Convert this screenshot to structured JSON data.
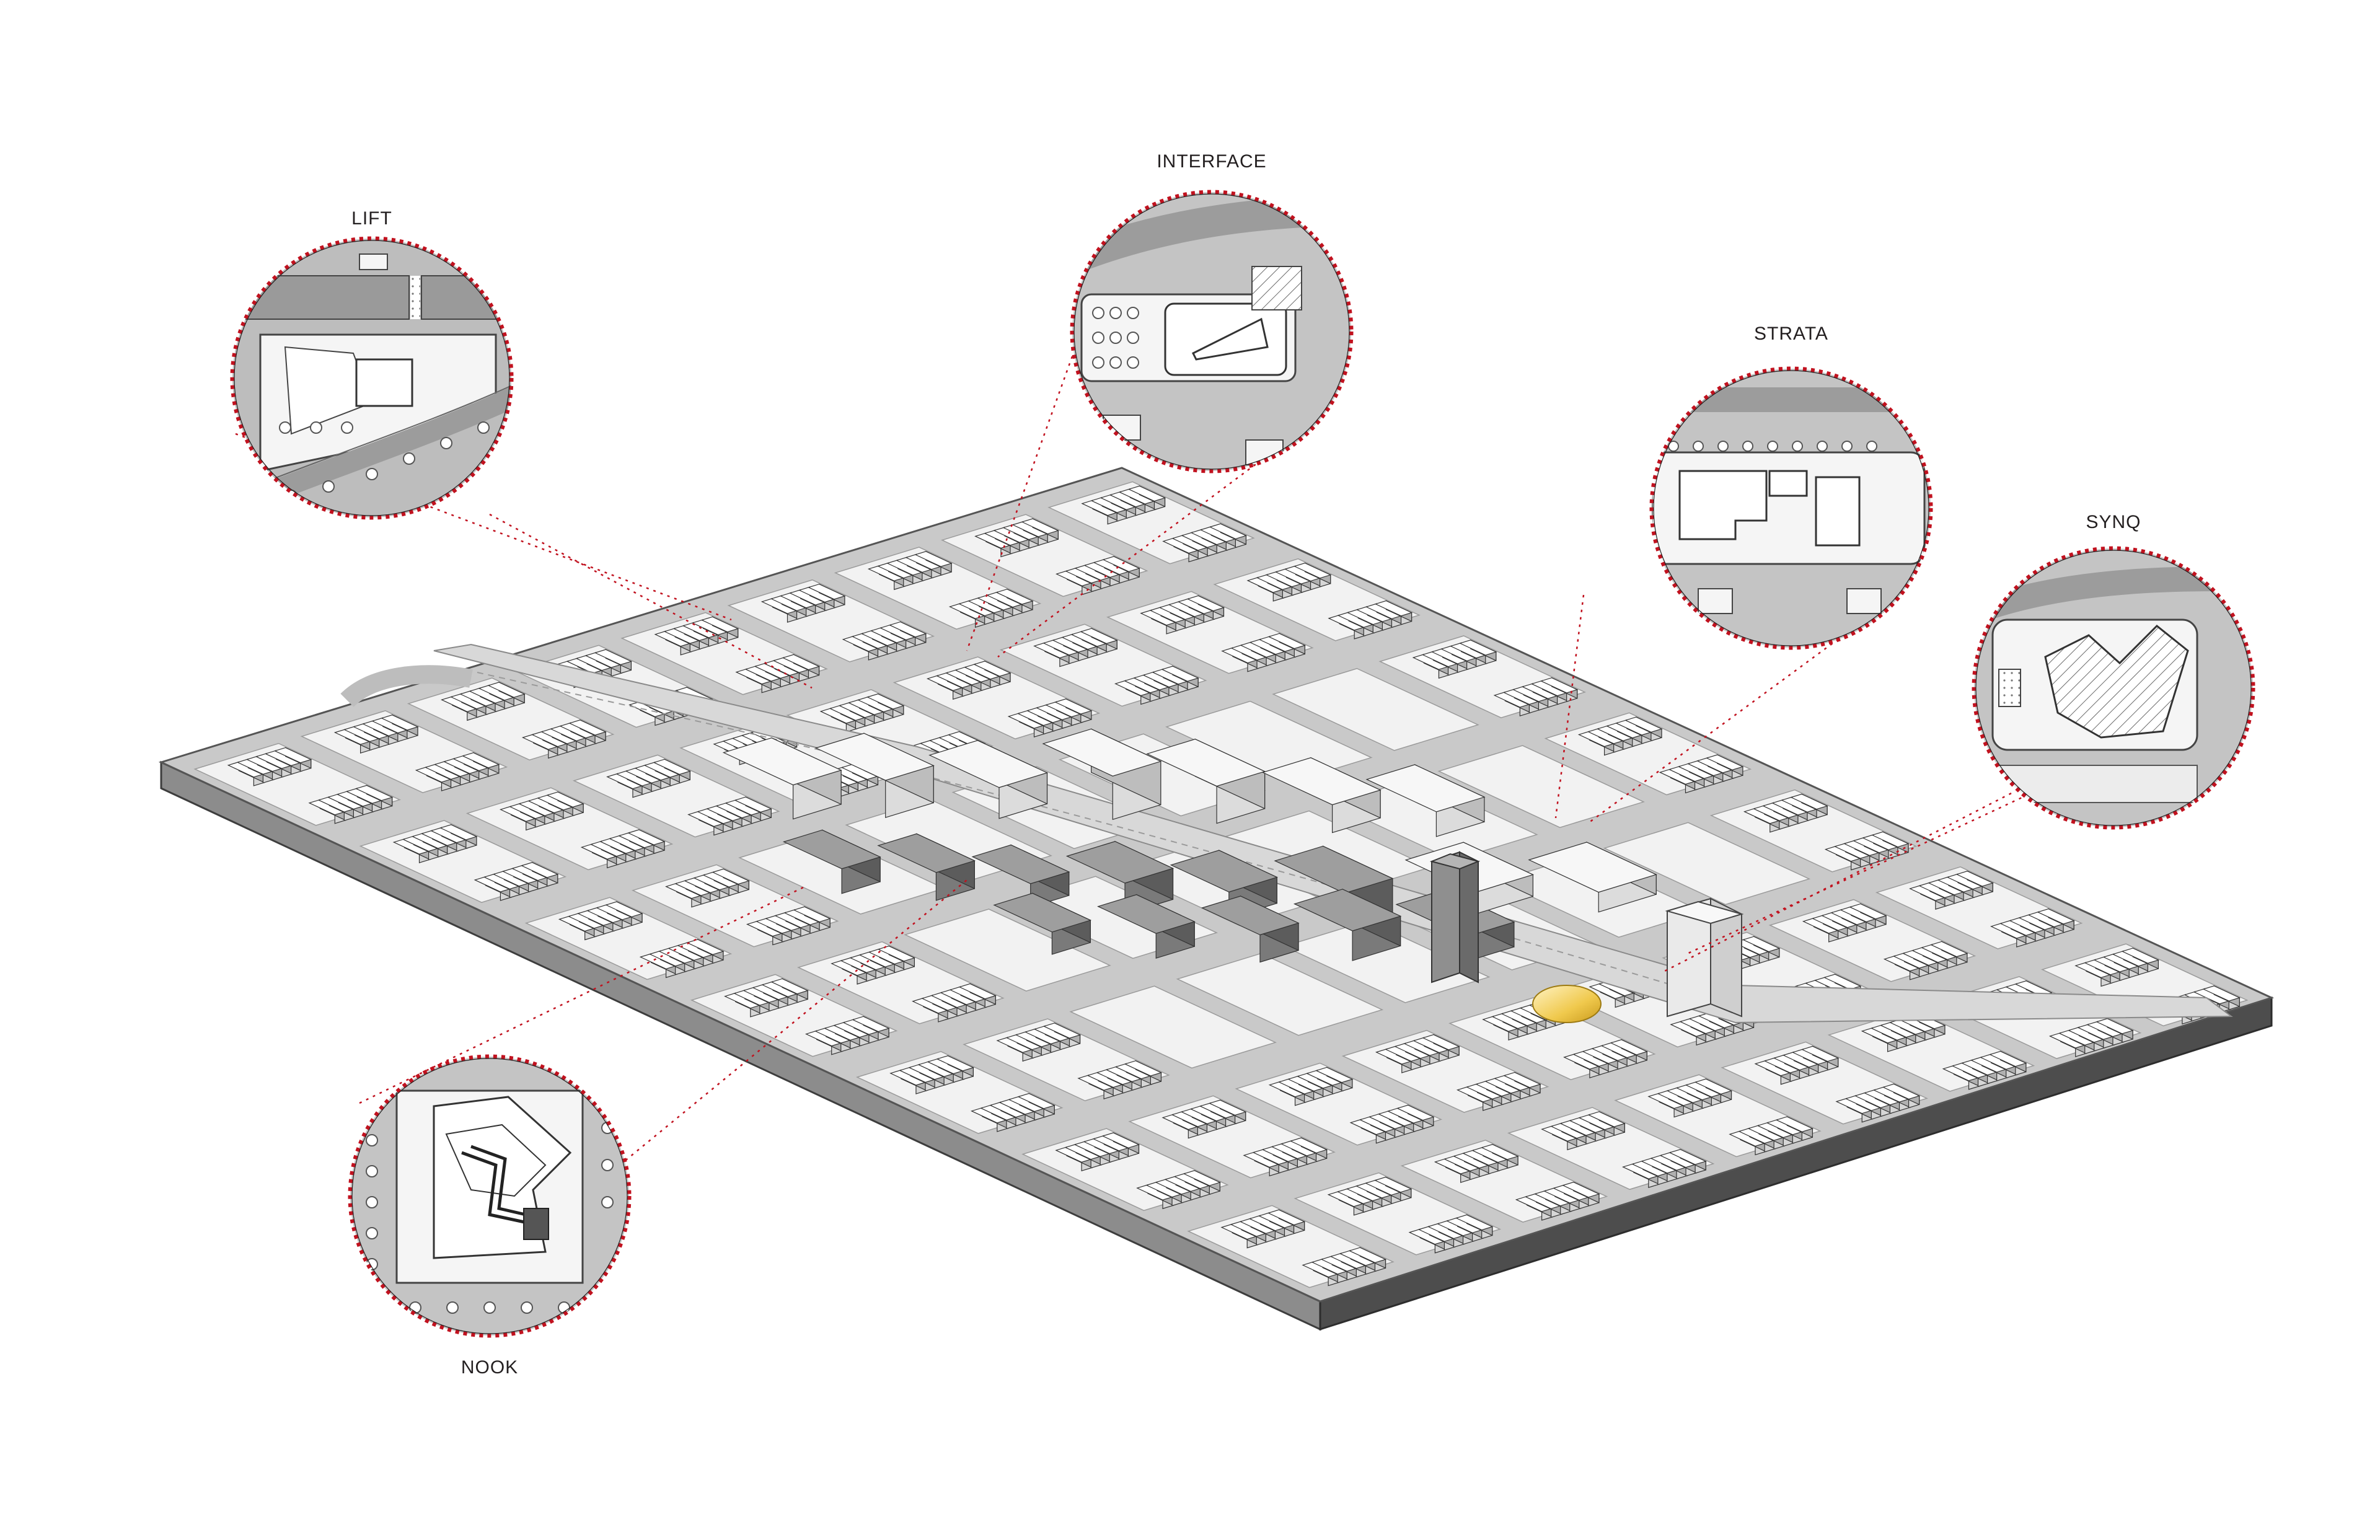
{
  "diagram": {
    "callouts": [
      {
        "id": "lift",
        "label": "LIFT",
        "color": "#c1121f"
      },
      {
        "id": "interface",
        "label": "INTERFACE",
        "color": "#c1121f"
      },
      {
        "id": "strata",
        "label": "STRATA",
        "color": "#c1121f"
      },
      {
        "id": "synq",
        "label": "SYNQ",
        "color": "#c1121f"
      },
      {
        "id": "nook",
        "label": "NOOK",
        "color": "#c1121f"
      }
    ],
    "colors": {
      "road": "#c9c9c9",
      "block": "#f2f2f2",
      "base_side_dark": "#4d4d4d",
      "base_side_light": "#8c8c8c",
      "building_light": "#ececec",
      "building_dark": "#8f8f8f",
      "dome": "#f0c94d",
      "callout_ring": "#c1121f"
    }
  }
}
